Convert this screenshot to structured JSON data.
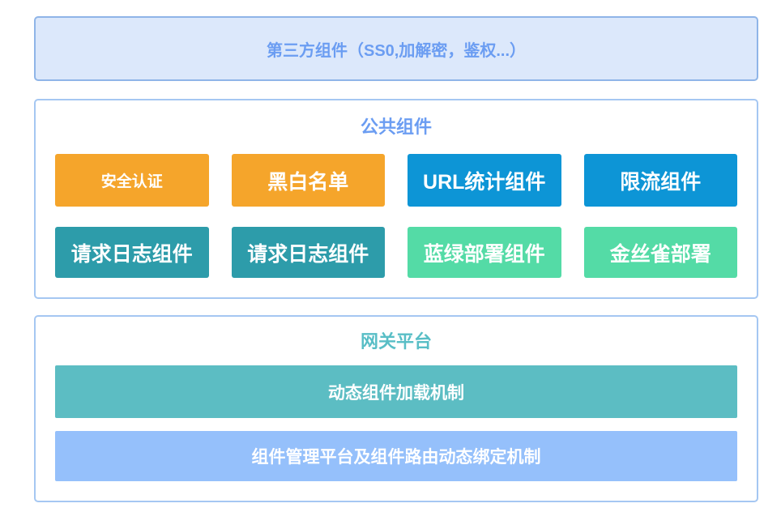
{
  "colors": {
    "page_bg": "#ffffff",
    "top_box_bg": "#dce8fb",
    "top_box_border": "#8fb5e8",
    "panel_border": "#a5c7f2",
    "blue_heading": "#6b9df2",
    "teal_heading": "#58bec6",
    "btn_orange": "#f5a52b",
    "btn_blue": "#0d95d6",
    "btn_teal": "#2d9caa",
    "btn_mint": "#54dba6",
    "bar_teal": "#5cbdc3",
    "bar_light_blue": "#95c0fb",
    "btn_text": "#ffffff"
  },
  "third_party": {
    "label": "第三方组件（SS0,加解密，鉴权...）",
    "text_color": "#6b9df2"
  },
  "common_components": {
    "title": "公共组件",
    "title_color": "#6b9df2",
    "buttons": [
      {
        "label": "安全认证",
        "bg": "#f5a52b"
      },
      {
        "label": "黑白名单",
        "bg": "#f5a52b"
      },
      {
        "label": "URL统计组件",
        "bg": "#0d95d6"
      },
      {
        "label": "限流组件",
        "bg": "#0d95d6"
      },
      {
        "label": "请求日志组件",
        "bg": "#2d9caa"
      },
      {
        "label": "请求日志组件",
        "bg": "#2d9caa"
      },
      {
        "label": "蓝绿部署组件",
        "bg": "#54dba6"
      },
      {
        "label": "金丝雀部署",
        "bg": "#54dba6"
      }
    ]
  },
  "gateway_platform": {
    "title": "网关平台",
    "title_color": "#58bec6",
    "bars": [
      {
        "label": "动态组件加载机制",
        "bg": "#5cbdc3"
      },
      {
        "label": "组件管理平台及组件路由动态绑定机制",
        "bg": "#95c0fb"
      }
    ]
  }
}
